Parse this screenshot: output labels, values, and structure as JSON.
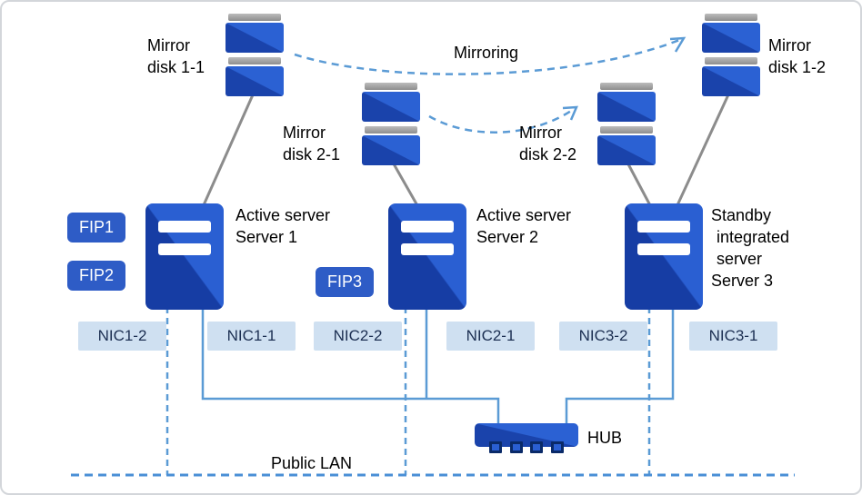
{
  "diagram": {
    "mirroring_label": "Mirroring",
    "public_lan_label": "Public LAN",
    "hub_label": "HUB"
  },
  "disks": [
    {
      "line1": "Mirror",
      "line2": "disk 1-1"
    },
    {
      "line1": "Mirror",
      "line2": "disk 2-1"
    },
    {
      "line1": "Mirror",
      "line2": "disk 2-2"
    },
    {
      "line1": "Mirror",
      "line2": "disk 1-2"
    }
  ],
  "servers": [
    {
      "lines": [
        "Active server",
        "Server 1"
      ]
    },
    {
      "lines": [
        "Active server",
        "Server 2"
      ]
    },
    {
      "lines": [
        "Standby",
        "integrated",
        "server",
        "Server 3"
      ]
    }
  ],
  "fip_labels": [
    "FIP1",
    "FIP2",
    "FIP3"
  ],
  "nic_labels": [
    "NIC1-2",
    "NIC1-1",
    "NIC2-2",
    "NIC2-1",
    "NIC3-2",
    "NIC3-1"
  ],
  "colors": {
    "server_blue_dark": "#1a43ab",
    "server_blue_light": "#2b61d3",
    "fip_badge_blue": "#2e5cc6",
    "nic_badge_bg": "#cfe0f1",
    "nic_badge_text": "#1c2f52",
    "line_blue": "#5b9bd5",
    "public_lan_blue": "#4a8fd6",
    "disk_cap_gray": "#9a9a9a",
    "connector_gray": "#8c8c8c"
  }
}
